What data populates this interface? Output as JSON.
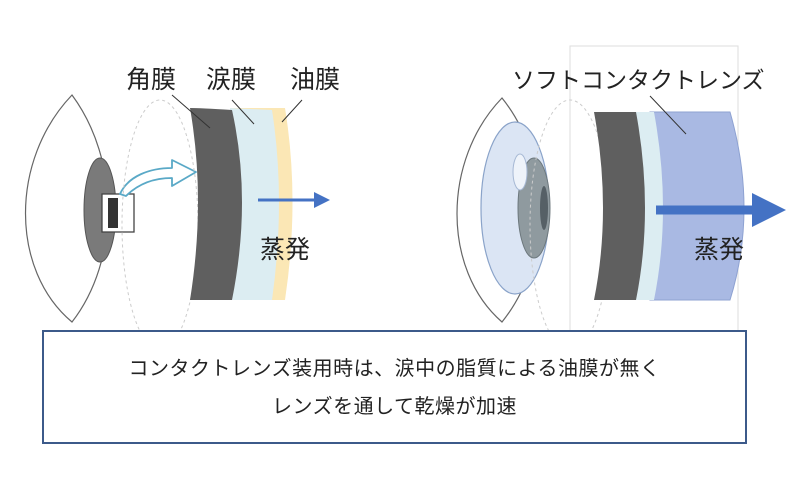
{
  "left_panel": {
    "label_cornea": "角膜",
    "label_tear_film": "涙膜",
    "label_oil_film": "油膜",
    "label_evaporation": "蒸発"
  },
  "right_panel": {
    "label_soft_lens": "ソフトコンタクトレンズ",
    "label_evaporation": "蒸発"
  },
  "caption": {
    "line1": "コンタクトレンズ装用時は、涙中の脂質による油膜が無く",
    "line2": "レンズを通して乾燥が加速"
  },
  "colors": {
    "cornea_layer": "#5f5f5f",
    "tear_layer": "#dcedf2",
    "oil_layer": "#fbe7b5",
    "lens_layer": "#a9b9e3",
    "arrow": "#4472c4",
    "border": "#3c5a8a"
  }
}
